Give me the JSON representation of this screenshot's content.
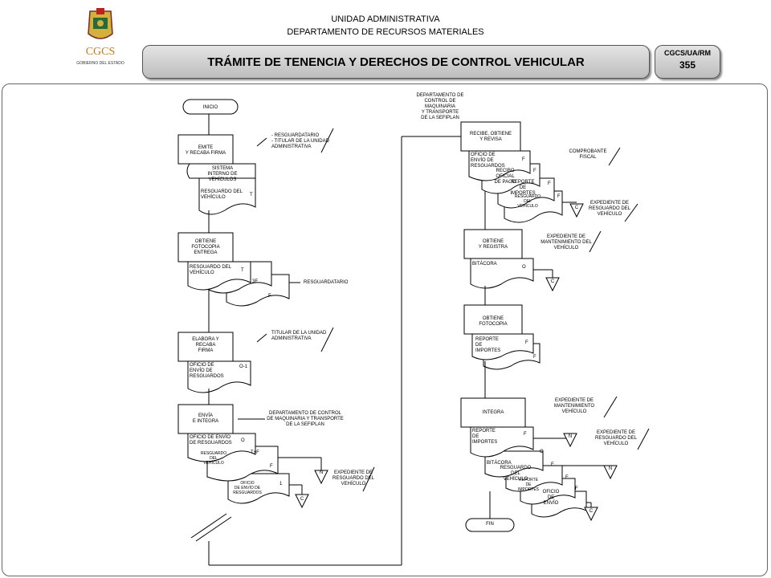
{
  "header": {
    "unit": "UNIDAD ADMINISTRATIVA",
    "department": "DEPARTAMENTO DE RECURSOS MATERIALES",
    "title": "TRÁMITE DE TENENCIA Y DERECHOS DE CONTROL VEHICULAR",
    "code_label": "CGCS/UA/RM",
    "code_number": "355"
  },
  "logo": {
    "acronym": "CGCS",
    "subtitle": "GOBIERNO DEL ESTADO"
  },
  "left_column": {
    "inicio": "INICIO",
    "step1": {
      "process": "EMITE\nY RECABA FIRMA",
      "note": "- RESGUARDATARIO\n- TITULAR DE LA UNIDAD\nADMINISTRATIVA",
      "system": "SISTEMA\nINTERNO DE\nVEHÍCULOS",
      "doc": "RESGUARDO DEL\nVEHÍCULO",
      "doc_code": "T"
    },
    "step2": {
      "process": "OBTIENE\nFOTOCOPIA\nENTREGA",
      "doc": "RESGUARDO DEL\nVEHÍCULO",
      "code1": "T",
      "code2": "3F",
      "code3": "F",
      "recipient": "RESGUARDATARIO"
    },
    "step3": {
      "process": "ELABORA Y\nRECABA\nFIRMA",
      "note": "TITULAR DE LA UNIDAD\nADMINISTRATIVA",
      "doc": "OFICIO DE\nENVÍO DE\nRESGUARDOS",
      "doc_code": "O-1"
    },
    "step4": {
      "process": "ENVÍA\nE INTEGRA",
      "note": "DEPARTAMENTO DE CONTROL\nDE MAQUINARIA Y TRANSPORTE\nDE LA SEFIPLAN",
      "doc1": "OFICIO DE ENVÍO\nDE RESGUARDOS",
      "doc1_code": "O",
      "doc2": "RESGUARDO\nDEL\nVEHÍCULO",
      "doc2_code": "T+F",
      "doc2_code2": "F",
      "doc3": "OFICIO\nDE ENVÍO DE\nRESGUARDOS",
      "doc3_code": "1",
      "file_label": "EXPEDIENTE DE\nRESGUARDO DEL\nVEHÍCULO",
      "conn_n": "N",
      "conn_c": "C"
    }
  },
  "right_column": {
    "department": "DEPARTAMENTO DE\nCONTROL DE\nMAQUINARIA\nY TRANSPORTE\nDE LA SEFIPLAN",
    "step5": {
      "process": "RECIBE, OBTIENE\nY REVISA",
      "doc1": "OFICIO DE\nENVÍO DE\nRESGUARDOS",
      "doc2": "RECIBO\nOFICIAL\nDE PAGO",
      "doc3": "REPORTE\nDE\nIMPORTES",
      "doc4": "RESGUARDO\nDEL\nVEHÍCULO",
      "code_f": "F",
      "code_c": "C",
      "note_fiscal": "COMPROBANTE\nFISCAL",
      "file_label": "EXPEDIENTE DE\nRESGUARDO DEL\nVEHÍCULO"
    },
    "step6": {
      "process": "OBTIENE\nY REGISTRA",
      "doc": "BITÁCORA",
      "doc_code": "O",
      "conn": "C",
      "file_label": "EXPEDIENTE DE\nMANTENIMIENTO DEL\nVEHÍCULO"
    },
    "step7": {
      "process": "OBTIENE\nFOTOCOPIA",
      "doc": "REPORTE\nDE\nIMPORTES",
      "code": "F"
    },
    "step8": {
      "process": "INTEGRA",
      "doc1": "REPORTE\nDE\nIMPORTES",
      "doc2": "BITÁCORA",
      "doc3": "RESGUARDO\nDEL\nVEHÍCULO",
      "doc4": "REPORTE\nDE\nIMPORTES",
      "doc5": "OFICIO\nDE\nENVÍO",
      "code_f": "F",
      "code_o": "O",
      "file1": "EXPEDIENTE DE\nMANTENIMIENTO\nVEHÍCULO",
      "file2": "EXPEDIENTE DE\nRESGUARDO DEL\nVEHÍCULO",
      "conn_n": "N",
      "conn_c": "C"
    },
    "fin": "FIN"
  }
}
